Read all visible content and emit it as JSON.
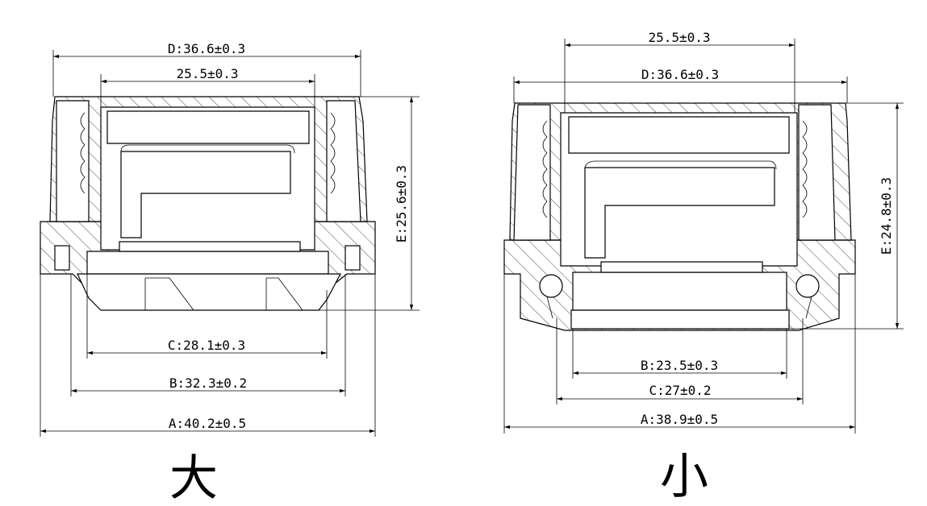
{
  "views": [
    {
      "id": "large",
      "caption": "大",
      "dims": {
        "D": "D:36.6±0.3",
        "top": "25.5±0.3",
        "E": "E:25.6±0.3",
        "C": "C:28.1±0.3",
        "B": "B:32.3±0.2",
        "A": "A:40.2±0.5"
      }
    },
    {
      "id": "small",
      "caption": "小",
      "dims": {
        "top": "25.5±0.3",
        "D": "D:36.6±0.3",
        "E": "E:24.8±0.3",
        "B": "B:23.5±0.3",
        "C": "C:27±0.2",
        "A": "A:38.9±0.5"
      }
    }
  ]
}
